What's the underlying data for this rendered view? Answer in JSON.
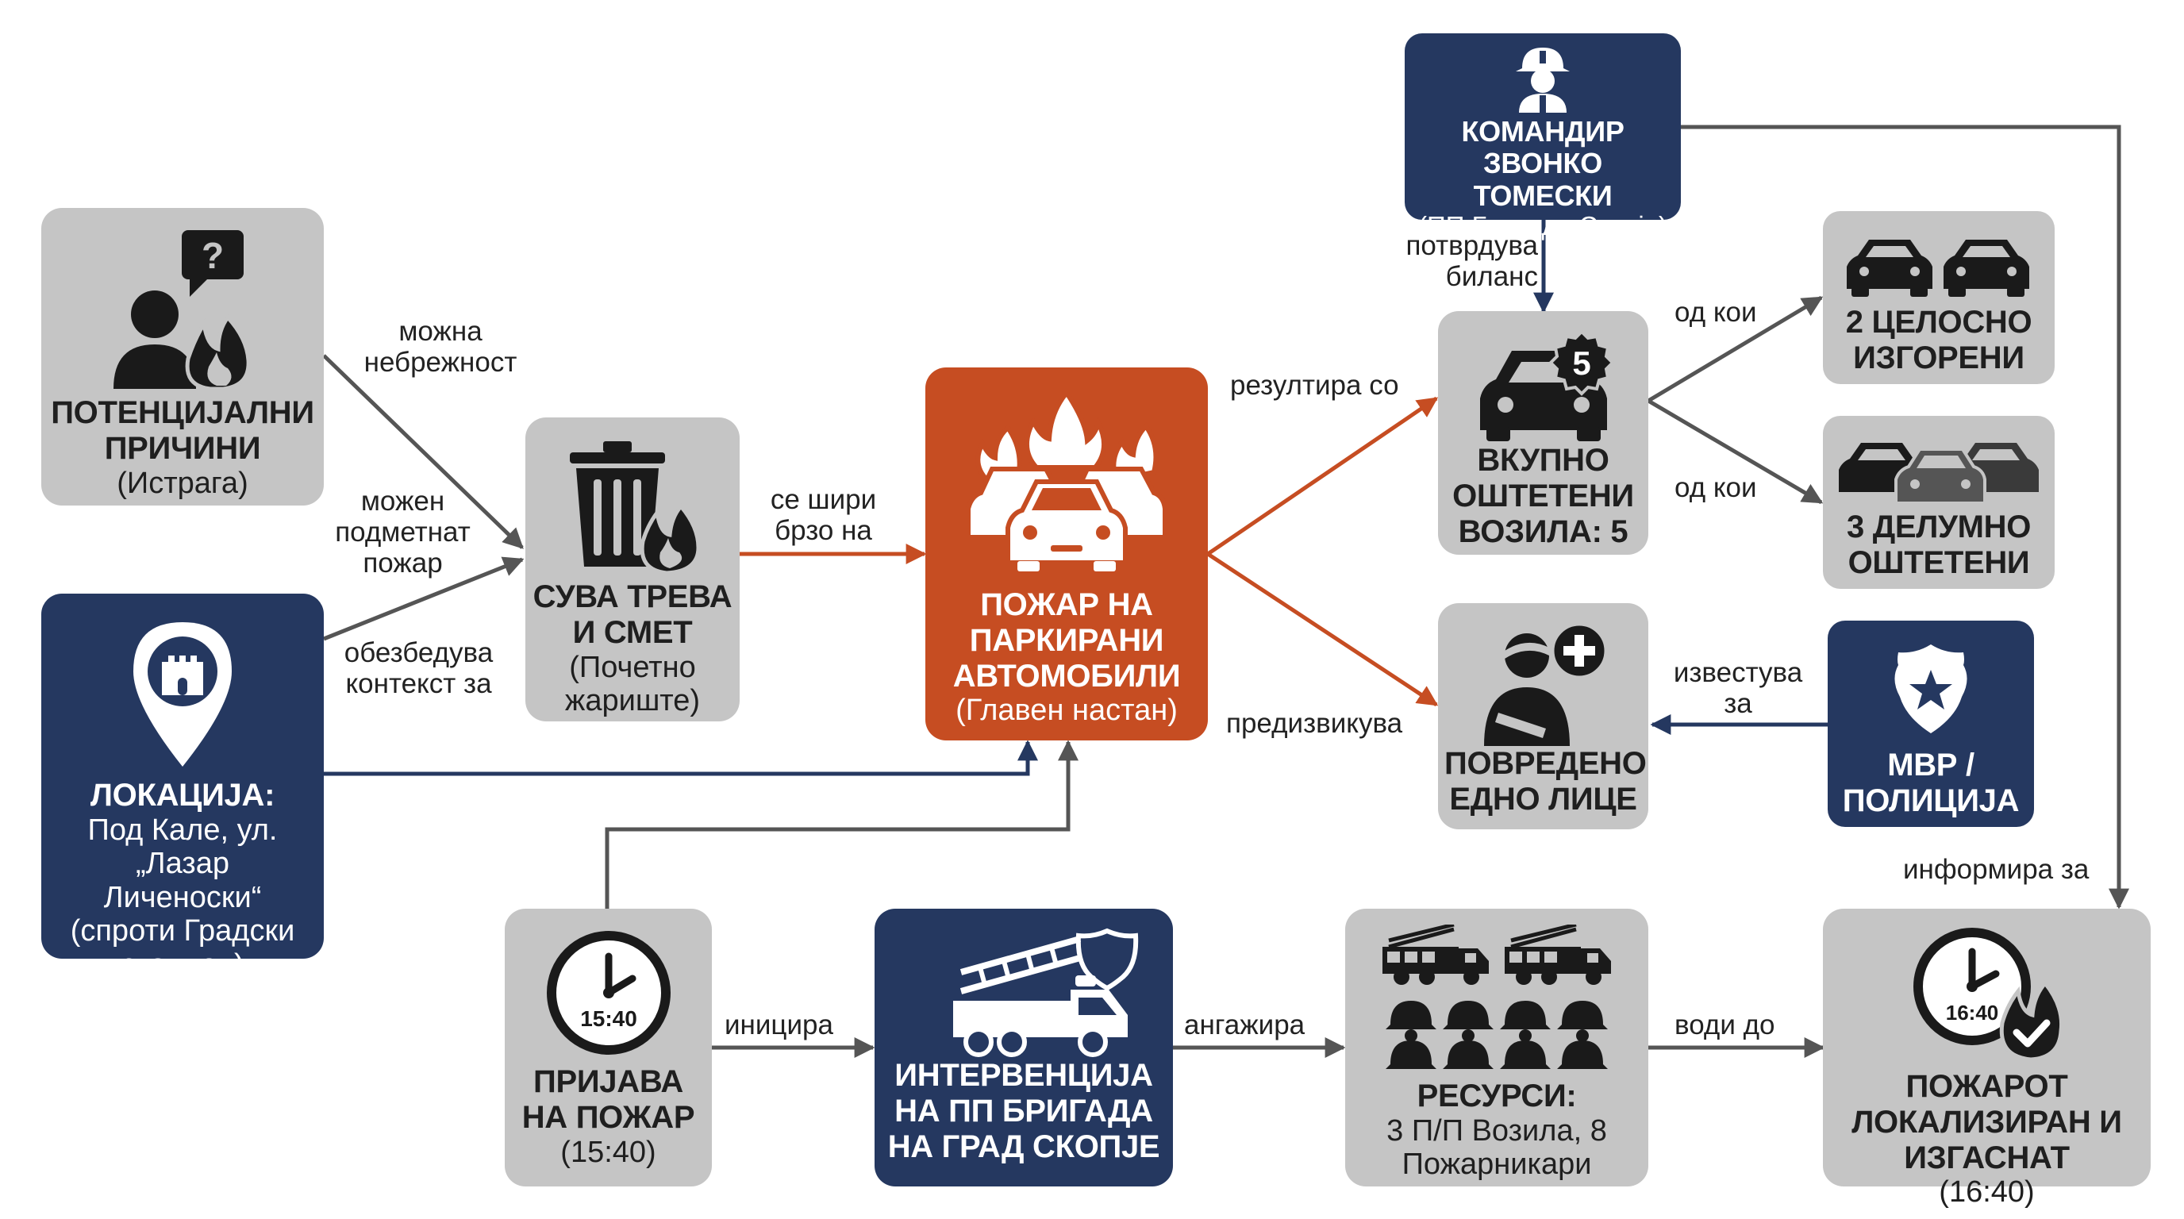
{
  "nodes": {
    "commander": {
      "title": "КОМАНДИР ЗВОНКО ТОМЕСКИ",
      "sub": "(ПП Бригада Скопје)"
    },
    "causes": {
      "title": "ПОТЕНЦИЈАЛНИ ПРИЧИНИ",
      "sub": "(Истрага)"
    },
    "grass": {
      "title": "СУВА ТРЕВА И СМЕТ",
      "sub": "(Почетно жариште)"
    },
    "fire": {
      "title": "ПОЖАР НА ПАРКИРАНИ АВТОМОБИЛИ",
      "sub": "(Главен настан)"
    },
    "damaged": {
      "title": "ВКУПНО ОШТЕТЕНИ ВОЗИЛА: 5",
      "badge": "5"
    },
    "burned": {
      "title": "2 ЦЕЛОСНО ИЗГОРЕНИ"
    },
    "partial": {
      "title": "3 ДЕЛУМНО ОШТЕТЕНИ"
    },
    "location": {
      "title": "ЛОКАЦИЈА:",
      "sub": "Под Кале, ул. „Лазар Личеноски“ (спроти Градски стадион)"
    },
    "injured": {
      "title": "ПОВРЕДЕНО ЕДНО ЛИЦЕ"
    },
    "police": {
      "title": "МВР / ПОЛИЦИЈА"
    },
    "report": {
      "title": "ПРИЈАВА НА ПОЖАР",
      "sub": "(15:40)",
      "clock": "15:40"
    },
    "intervention": {
      "title": "ИНТЕРВЕНЦИЈА НА ПП БРИГАДА НА ГРАД СКОПЈЕ"
    },
    "resources": {
      "title": "РЕСУРСИ:",
      "sub": "3 П/П Возила, 8 Пожарникари"
    },
    "extinguished": {
      "title": "ПОЖАРОТ ЛОКАЛИЗИРАН И ИЗГАСНАТ",
      "sub": "(16:40)",
      "clock": "16:40"
    }
  },
  "edges": {
    "negligence": "можна небрежност",
    "arson": "можен подметнат пожар",
    "context": "обезбедува контекст за",
    "spreads": "се шири брзо на",
    "results": "резултира со",
    "causes_injury": "предизвикува",
    "confirms": "потврдува биланс",
    "of_which_1": "од кои",
    "of_which_2": "од кои",
    "reports": "известува за",
    "informs": "информира за",
    "initiates": "иницира",
    "engages": "ангажира",
    "leads_to": "води до"
  },
  "colors": {
    "navy": "#253860",
    "gray": "#c5c5c5",
    "orange": "#c64d22",
    "arrow_gray": "#555555",
    "arrow_orange": "#c64d22",
    "arrow_navy": "#253860"
  },
  "icons": {
    "commander": "firefighter-icon",
    "causes": "person-question-fire-icon",
    "grass": "trash-can-fire-icon",
    "fire": "burning-cars-icon",
    "damaged": "car-badge-icon",
    "burned": "burned-cars-icon",
    "partial": "damaged-cars-icon",
    "location": "map-pin-castle-icon",
    "injured": "injured-person-icon",
    "police": "police-badge-icon",
    "report": "clock-icon",
    "intervention": "fire-truck-icon",
    "resources": "trucks-helmets-icon",
    "extinguished": "clock-check-icon"
  }
}
